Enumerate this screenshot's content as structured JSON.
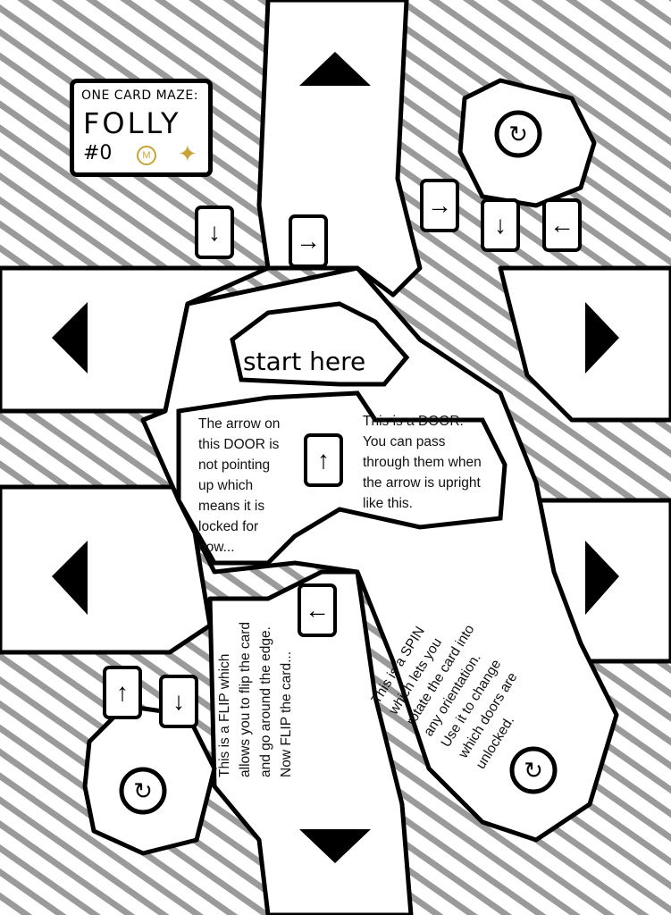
{
  "title_card": {
    "subtitle": "ONE CARD MAZE:",
    "title": "FOLLY",
    "number": "#0",
    "coin_icon": "gold-coin-icon",
    "star_icon": "gold-star-icon"
  },
  "start_label": "start here",
  "notes": {
    "door_left": "The arrow on\nthis DOOR is\nnot pointing\nup which\nmeans it is\nlocked for\nnow...",
    "door_right": "This is a DOOR.\nYou can pass\nthrough them when\nthe arrow is upright\nlike this.",
    "flip": "This is a FLIP which\nallows you to flip the card\nand go around the edge.\nNow FLIP the card...",
    "spin": "This is a SPIN\nwhich lets you\nrotate the card into\nany orientation.\nUse it to change\nwhich doors are\nunlocked."
  },
  "doors": [
    {
      "arrow": "↓"
    },
    {
      "arrow": "→"
    },
    {
      "arrow": "→"
    },
    {
      "arrow": "↓"
    },
    {
      "arrow": "←"
    },
    {
      "arrow": "↑"
    },
    {
      "arrow": "←"
    },
    {
      "arrow": "↑"
    },
    {
      "arrow": "↓"
    }
  ],
  "spin_icon": "↻",
  "colors": {
    "hatch": "#9a9a9a",
    "ink": "#000000",
    "gold": "#c9a33a"
  }
}
